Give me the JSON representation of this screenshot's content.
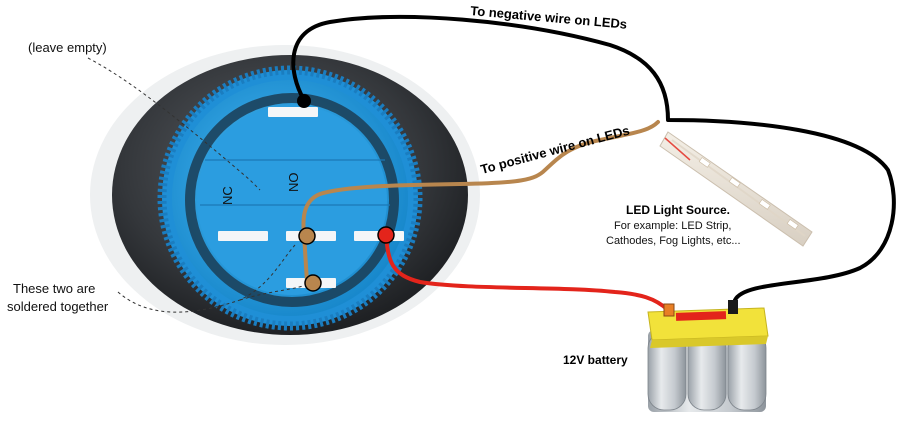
{
  "labels": {
    "leave_empty": "(leave empty)",
    "soldered_line1": "These two are",
    "soldered_line2": "soldered together",
    "negative_wire": "To negative wire on LEDs",
    "positive_wire": "To positive wire on LEDs",
    "led_title": "LED Light Source.",
    "led_line1": "For example: LED Strip,",
    "led_line2": "Cathodes, Fog Lights, etc...",
    "battery": "12V battery"
  },
  "colors": {
    "switch_blue": "#2aa3e3",
    "switch_body": "#3a3d42",
    "brown_wire": "#b8864e",
    "red_wire": "#e3241b",
    "black_wire": "#000000",
    "battery_yellow": "#f2e23a"
  }
}
